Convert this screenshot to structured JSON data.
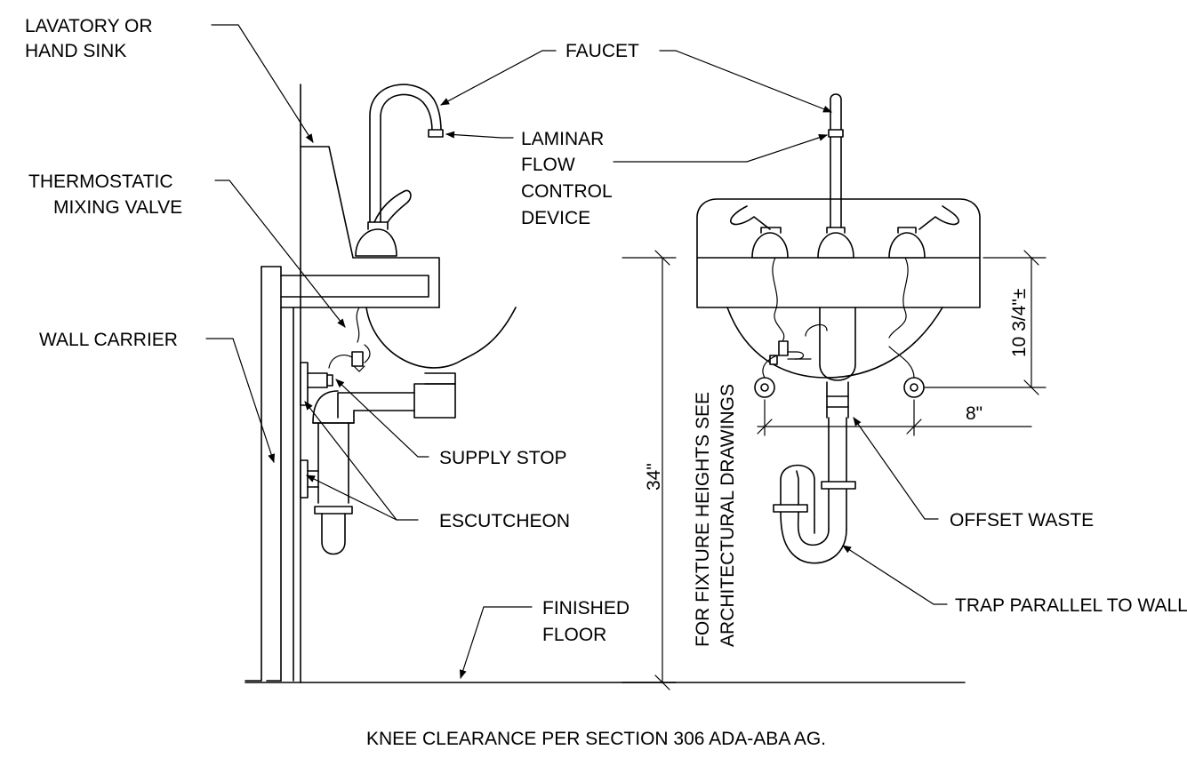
{
  "labels": {
    "lavatory_line1": "LAVATORY OR",
    "lavatory_line2": "HAND SINK",
    "faucet": "FAUCET",
    "laminar_line1": "LAMINAR",
    "laminar_line2": "FLOW",
    "laminar_line3": "CONTROL",
    "laminar_line4": "DEVICE",
    "thermostatic_line1": "THERMOSTATIC",
    "thermostatic_line2": "MIXING VALVE",
    "wall_carrier": "WALL CARRIER",
    "supply_stop": "SUPPLY STOP",
    "escutcheon": "ESCUTCHEON",
    "finished_floor_line1": "FINISHED",
    "finished_floor_line2": "FLOOR",
    "fixture_heights_line1": "FOR FIXTURE HEIGHTS SEE",
    "fixture_heights_line2": "ARCHITECTURAL DRAWINGS",
    "offset_waste": "OFFSET WASTE",
    "trap_parallel": "TRAP PARALLEL TO WALL",
    "knee_clearance": "KNEE CLEARANCE PER SECTION 306 ADA-ABA AG."
  },
  "dimensions": {
    "height": "34\"",
    "rim_to_supply": "10 3/4\"±",
    "supply_spacing": "8\""
  }
}
